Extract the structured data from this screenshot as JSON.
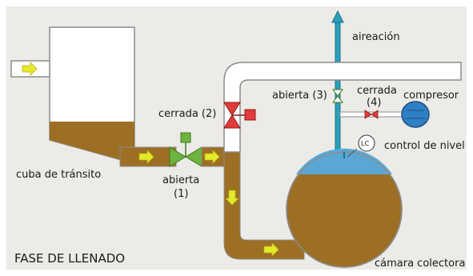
{
  "diagram": {
    "title": "FASE DE LLENADO",
    "labels": {
      "aeration": "aireación",
      "valve3_state": "abierta (3)",
      "valve4_state": "cerrada",
      "valve4_num": "(4)",
      "compressor": "compresor",
      "valve2_state": "cerrada (2)",
      "level_control": "control de nivel",
      "level_symbol": "LC",
      "tank": "cuba de tránsito",
      "valve1_state": "abierta",
      "valve1_num": "(1)",
      "chamber": "cámara colectora"
    },
    "colors": {
      "background": "#ecebe7",
      "sludge": "#9c6f24",
      "pipe_outline": "#8c8c8c",
      "arrow": "#e6e82a",
      "water": "#5aa7d6",
      "valve_open": "#6db33f",
      "valve_closed": "#e23b3b",
      "compressor": "#2f7fc4",
      "aeration_pipe": "#2aa1b8"
    }
  }
}
